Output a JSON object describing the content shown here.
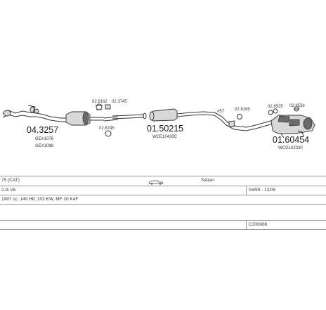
{
  "parts": {
    "front_pipe_no": "04.3257",
    "front_pipe_ref1": "GEX1076",
    "front_pipe_ref2": "GEX1088",
    "clamp_a_no": "02.8162",
    "clamp_b_no": "02.3745",
    "clamp_c_no": "02.8745",
    "middle_box_no": "01.50215",
    "middle_box_ref": "WCE10430C",
    "label_57": "#57",
    "clamp_d_no": "02.8165",
    "clamp_e_no": "02.8535",
    "clamp_f_no": "02.8536",
    "rear_box_no": "01.60454",
    "rear_box_ref": "WCG102330"
  },
  "info": {
    "model": "75 (CAT)",
    "body_type": "Sedan",
    "engine": "2.0i V6",
    "date_range": "04/99 - 12/05",
    "specs": "1997 cc, 140 HP, 103 KW, MF 20 K4F",
    "code": "C200086"
  }
}
